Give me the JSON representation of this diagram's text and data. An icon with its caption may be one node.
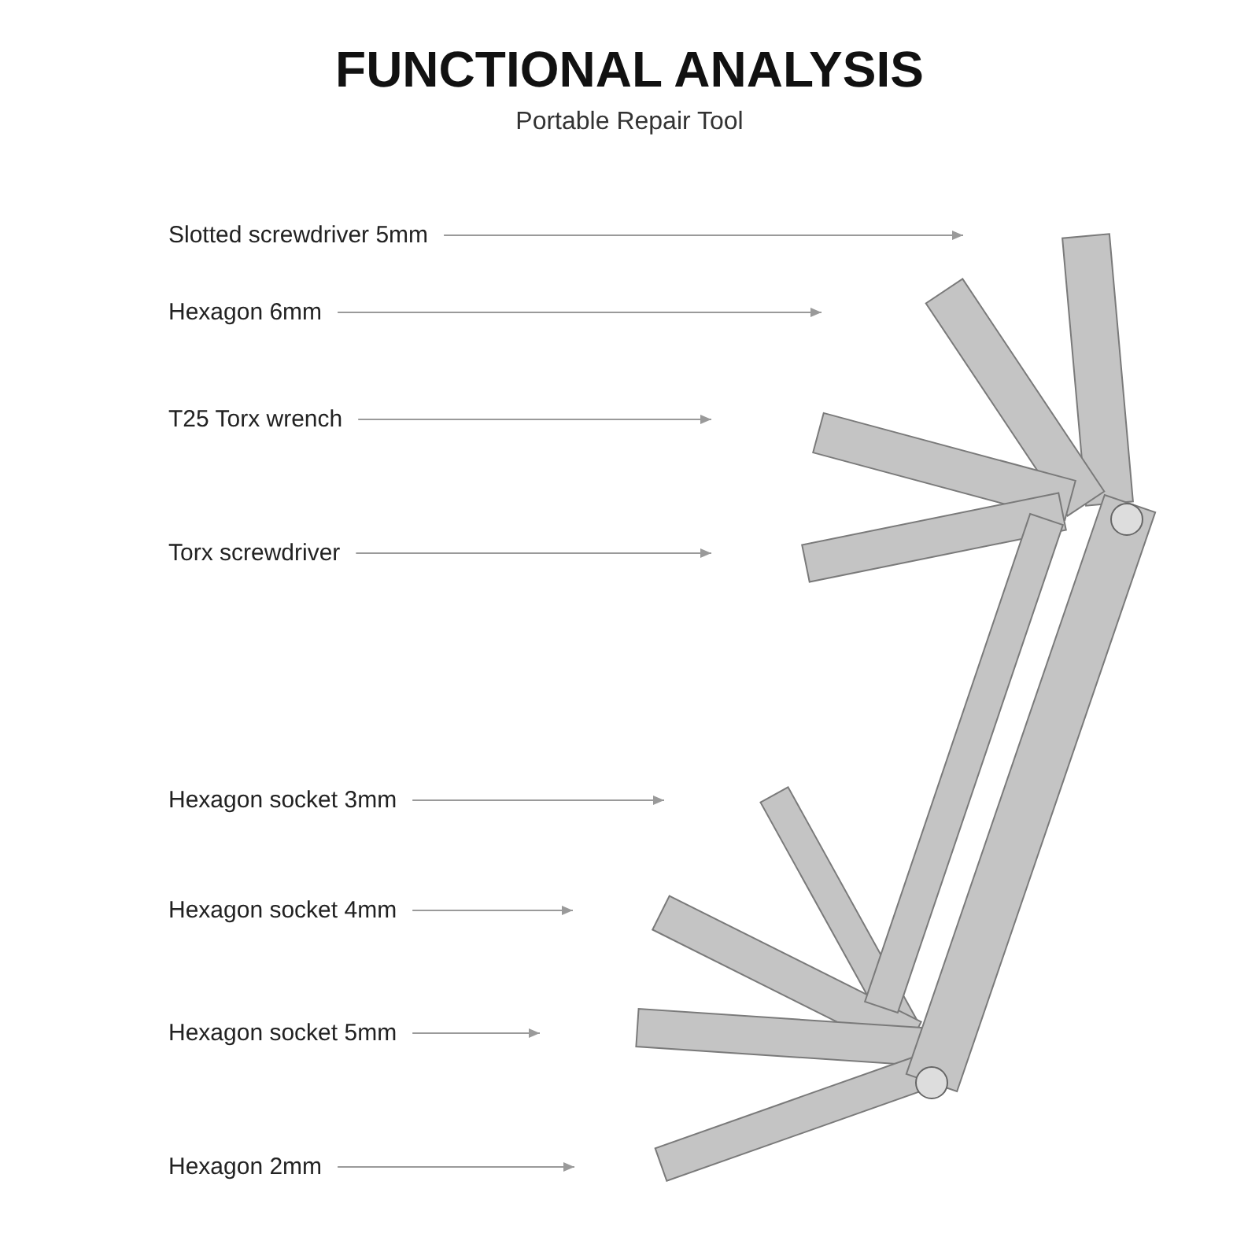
{
  "diagram": {
    "title": "FUNCTIONAL ANALYSIS",
    "caption": "Portable Repair Tool",
    "nodes": [
      {
        "text": [
          "Slotted screwdriver 5mm"
        ]
      },
      {
        "text": [
          "Hexagon 6mm"
        ]
      },
      {
        "text": [
          "T25 Torx wrench"
        ]
      },
      {
        "text": [
          "Torx screwdriver"
        ]
      },
      {
        "text": [
          "Hexagon socket 3mm"
        ]
      },
      {
        "text": [
          "Hexagon socket 4mm"
        ]
      },
      {
        "text": [
          "Hexagon socket 5mm"
        ]
      },
      {
        "text": [
          "Hexagon 2mm"
        ]
      }
    ],
    "edges": [
      {
        "from": 0,
        "to": null,
        "arrow": "to"
      },
      {
        "from": 1,
        "to": null,
        "arrow": "to"
      },
      {
        "from": 2,
        "to": null,
        "arrow": "to"
      },
      {
        "from": 3,
        "to": null,
        "arrow": "to"
      },
      {
        "from": 4,
        "to": null,
        "arrow": "to"
      },
      {
        "from": 5,
        "to": null,
        "arrow": "to"
      },
      {
        "from": 6,
        "to": null,
        "arrow": "to"
      },
      {
        "from": 7,
        "to": null,
        "arrow": "to"
      }
    ]
  }
}
